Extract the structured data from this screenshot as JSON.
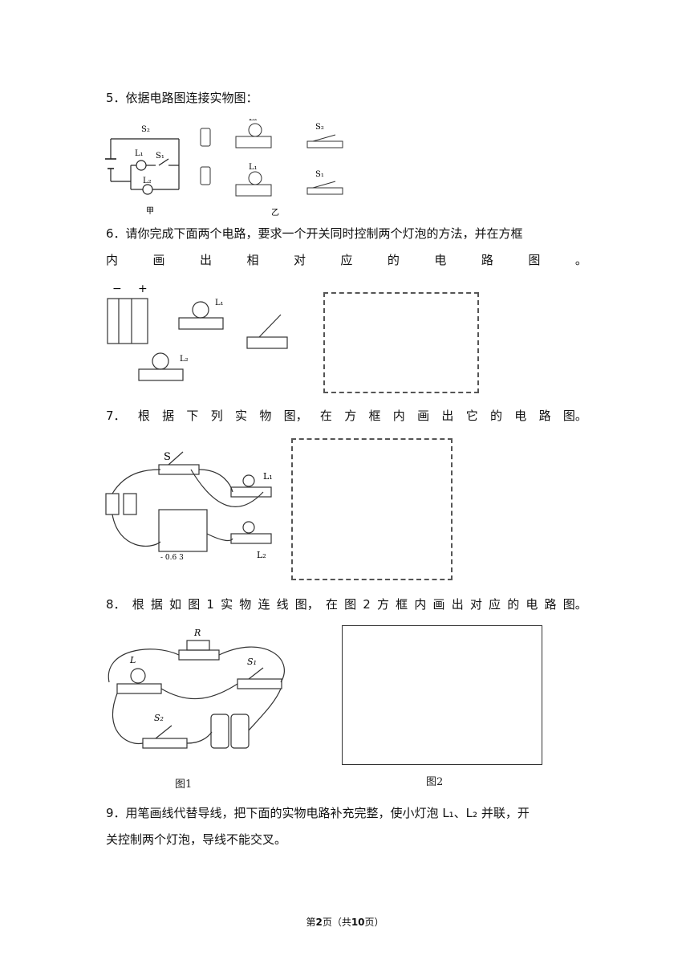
{
  "q5": {
    "text": "5．依据电路图连接实物图：",
    "fig_caption_left": "甲",
    "fig_caption_right": "乙",
    "labels": {
      "s2": "S₂",
      "s1": "S₁",
      "l1": "L₁",
      "l2": "L₂"
    }
  },
  "q6": {
    "line1": "6．请你完成下面两个电路，要求一个开关同时控制两个灯泡的方法，并在方框",
    "line2_chars": [
      "内",
      "画",
      "出",
      "相",
      "对",
      "应",
      "的",
      "电",
      "路",
      "图",
      "。"
    ],
    "labels": {
      "minus": "−",
      "plus": "+",
      "l1": "L₁",
      "l2": "L₂"
    }
  },
  "q7": {
    "chars": [
      "7．",
      "根",
      "据",
      "下",
      "列",
      "实",
      "物",
      "图，",
      "在",
      "方",
      "框",
      "内",
      "画",
      "出",
      "它",
      "的",
      "电",
      "路",
      "图。"
    ],
    "labels": {
      "s": "S",
      "l1": "L₁",
      "l2": "L₂",
      "meter": "- 0.6  3"
    }
  },
  "q8": {
    "chars": [
      "8．",
      "根",
      "据",
      "如",
      "图",
      "1",
      "实",
      "物",
      "连",
      "线",
      "图，",
      "在",
      "图",
      "2",
      "方",
      "框",
      "内",
      "画",
      "出",
      "对",
      "应",
      "的",
      "电",
      "路",
      "图。"
    ],
    "labels": {
      "r": "R",
      "l": "L",
      "s1": "S₁",
      "s2": "S₂"
    },
    "fig1_caption": "图1",
    "fig2_caption": "图2"
  },
  "q9": {
    "line1": "9．用笔画线代替导线，把下面的实物电路补充完整，使小灯泡 L₁、L₂ 并联，开",
    "line2": "关控制两个灯泡，导线不能交叉。"
  },
  "footer": {
    "prefix": "第",
    "page": "2",
    "middle": "页（共",
    "total": "10",
    "suffix": "页）"
  }
}
